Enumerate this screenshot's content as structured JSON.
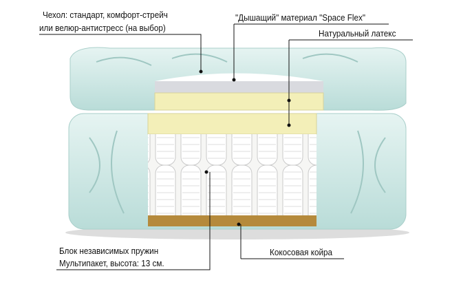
{
  "labels": {
    "cover_line1": "Чехол: стандарт, комфорт-стрейч",
    "cover_line2": "или велюр-антистресс (на выбор)",
    "space_flex": "\"Дышащий\" материал \"Space Flex\"",
    "latex": "Натуральный латекс",
    "springs_line1": "Блок независимых пружин",
    "springs_line2": "Мультипакет, высота: 13 см.",
    "coir": "Кокосовая койра"
  },
  "colors": {
    "cover": "#d3ebe8",
    "space_flex": "#d9dadf",
    "latex": "#f3efb8",
    "springs": "#f4f4f2",
    "coir": "#b58a3c"
  }
}
